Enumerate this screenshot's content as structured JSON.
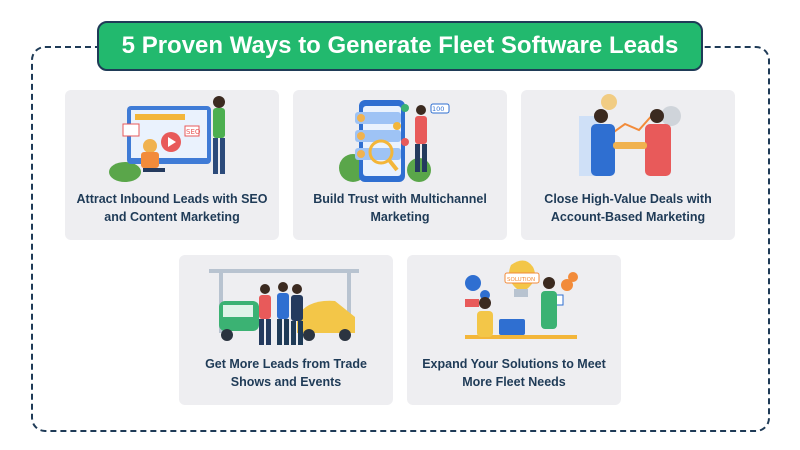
{
  "title": "5 Proven Ways to Generate Fleet Software Leads",
  "cards": [
    {
      "label": "Attract Inbound Leads with SEO and Content Marketing",
      "icon": "seo-content-illustration"
    },
    {
      "label": "Build Trust with Multichannel Marketing",
      "icon": "reviews-illustration",
      "badge": "100"
    },
    {
      "label": "Close High-Value Deals with Account-Based Marketing",
      "icon": "handshake-illustration"
    },
    {
      "label": "Get More Leads from Trade Shows and Events",
      "icon": "trade-show-illustration"
    },
    {
      "label": "Expand Your Solutions to Meet More Fleet Needs",
      "icon": "solution-illustration",
      "badge": "SOLUTION"
    }
  ],
  "colors": {
    "accent": "#22b96e",
    "navy": "#1f3b57",
    "card": "#eeeef1"
  }
}
